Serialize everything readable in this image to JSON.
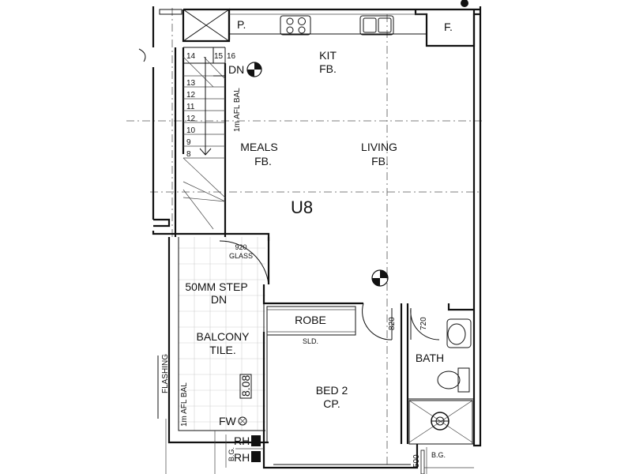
{
  "unit": {
    "name": "U8"
  },
  "rooms": {
    "kit": {
      "name": "KIT",
      "finish": "FB."
    },
    "meals": {
      "name": "MEALS",
      "finish": "FB."
    },
    "living": {
      "name": "LIVING",
      "finish": "FB."
    },
    "bed2": {
      "name": "BED 2",
      "finish": "CP."
    },
    "bath": {
      "name": "BATH"
    },
    "robe": {
      "name": "ROBE",
      "door": "SLD."
    },
    "balcony": {
      "name": "BALCONY",
      "finish": "TILE.",
      "step": "50MM STEP",
      "step_dir": "DN"
    }
  },
  "pantry": "P.",
  "fridge": "F.",
  "stair": {
    "dn_label": "DN",
    "balustrade": "1m AFL BAL",
    "treads": [
      "14",
      "15",
      "16",
      "13",
      "12",
      "11",
      "12",
      "10",
      "9",
      "8"
    ]
  },
  "doors": {
    "glass_width": "920",
    "glass_label": "GLASS",
    "bed_door": "820",
    "bath_door": "720"
  },
  "balcony_labels": {
    "balustrade": "1m AFL BAL",
    "flashing": "FLASHING",
    "fall": "8.08",
    "floor_waste": "FW"
  },
  "services": {
    "rh1": "RH",
    "rh2": "RH",
    "bg1": "B.G.",
    "bg2": "B.G.",
    "dim500": "500"
  }
}
